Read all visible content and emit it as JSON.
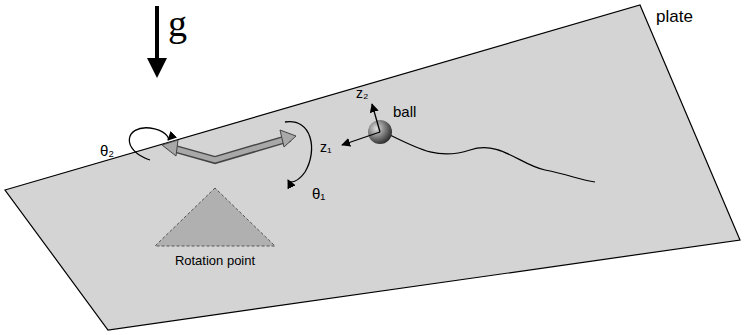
{
  "diagram": {
    "labels": [
      "plate",
      "g",
      "ball",
      "z₂",
      "z₁",
      "θ₂",
      "θ₁",
      "Rotation point"
    ]
  }
}
